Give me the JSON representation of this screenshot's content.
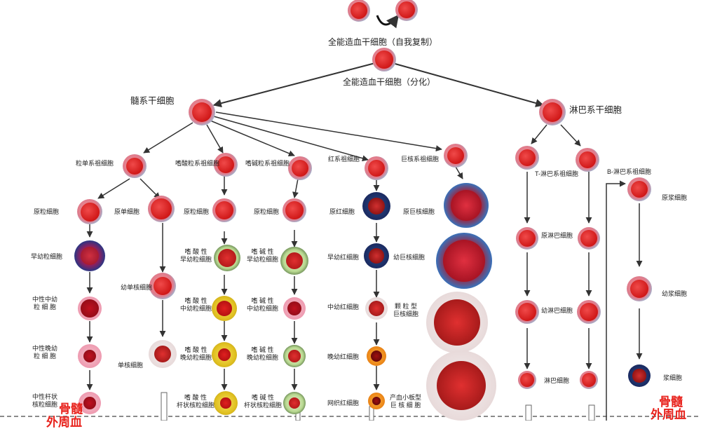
{
  "top": {
    "self_copy": "全能造血干细胞（自我复制）",
    "differentiate": "全能造血干细胞（分化）"
  },
  "branches": {
    "myeloid": "髓系干细胞",
    "lymphoid": "淋巴系干细胞"
  },
  "progenitors": {
    "granulo_mono": "粒单系祖细胞",
    "eosinophil": "嗜酸粒系祖细胞",
    "basophil": "嗜碱粒系祖细胞",
    "erythroid": "红系祖细胞",
    "megakaryocyte": "巨核系祖细胞",
    "t_lymph": "T-淋巴系祖细胞",
    "b_lymph": "B-淋巴系祖细胞"
  },
  "neutrophil_line": {
    "myeloblast": "原粒细胞",
    "promyelocyte": "早幼粒细胞",
    "myelocyte": "中性中幼\n粒 细 胞",
    "metamyelocyte": "中性晚幼\n粒 细 胞",
    "band": "中性杆状\n核粒细胞"
  },
  "monocyte_line": {
    "monoblast": "原单细胞",
    "promonocyte": "幼单核细胞",
    "monocyte": "单核细胞"
  },
  "eosinophil_line": {
    "myeloblast": "原粒细胞",
    "promyelocyte": "嗜 酸 性\n早幼粒细胞",
    "myelocyte": "嗜 酸 性\n中幼粒细胞",
    "metamyelocyte": "嗜 酸 性\n晚幼粒细胞",
    "band": "嗜 酸 性\n杆状核粒细胞"
  },
  "basophil_line": {
    "myeloblast": "原粒细胞",
    "promyelocyte": "嗜 碱 性\n早幼粒细胞",
    "myelocyte": "嗜 碱 性\n中幼粒细胞",
    "metamyelocyte": "嗜 碱 性\n晚幼粒细胞",
    "band": "嗜 碱 性\n杆状核粒细胞"
  },
  "erythroid_line": {
    "pronormoblast": "原红细胞",
    "early": "早幼红细胞",
    "intermediate": "中幼红细胞",
    "late": "晚幼红细胞",
    "reticulocyte": "网织红细胞"
  },
  "megakaryocyte_line": {
    "megakaryoblast": "原巨核细胞",
    "promegakaryocyte": "幼巨核细胞",
    "granular": "颗 粒 型\n巨核细胞",
    "platelet_producing": "产血小板型\n巨 核 细 胞"
  },
  "t_line": {
    "lymphoblast": "原淋巴细胞",
    "prolymphocyte": "幼淋巴细胞",
    "lymphocyte": "淋巴细胞"
  },
  "b_line": {
    "plasmablast": "原浆细胞",
    "proplasmacyte": "幼浆细胞",
    "plasmacyte": "浆细胞"
  },
  "region_tags": {
    "left_top": "骨髓",
    "left_bottom": "外周血",
    "right_top": "骨髓",
    "right_bottom": "外周血"
  },
  "colors": {
    "tag_red": "#e8231d",
    "arrow": "#333333"
  }
}
